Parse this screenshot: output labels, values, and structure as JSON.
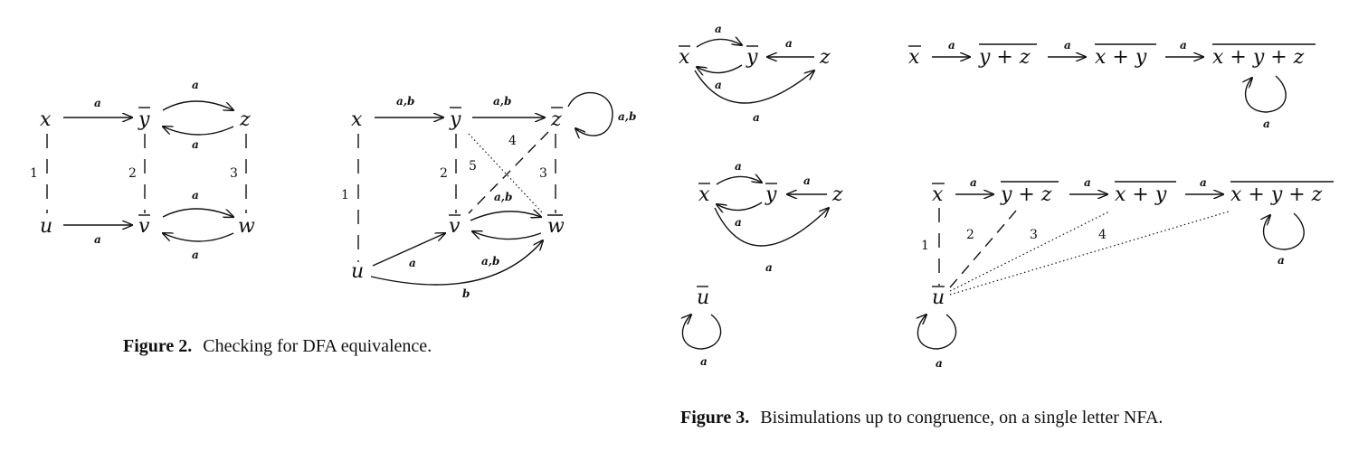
{
  "figure2": {
    "caption_number": "Figure 2.",
    "caption_text": "Checking for DFA equivalence.",
    "left": {
      "nodes": {
        "x": "x",
        "y": "y",
        "z": "z",
        "u": "u",
        "v": "v",
        "w": "w"
      },
      "edge_labels": {
        "xy": "a",
        "yz": "a",
        "zy": "a",
        "uv": "a",
        "vw": "a",
        "wv": "a"
      },
      "pair_numbers": {
        "xu": "1",
        "yv": "2",
        "zw": "3"
      }
    },
    "right": {
      "nodes": {
        "x": "x",
        "y": "y",
        "z": "z",
        "u": "u",
        "v": "v",
        "w": "w"
      },
      "edge_labels": {
        "xy": "a,b",
        "yz": "a,b",
        "zz": "a,b",
        "uv": "a",
        "vw": "a,b",
        "wv": "a,b",
        "uw": "b"
      },
      "pair_numbers": {
        "xu": "1",
        "yv": "2",
        "zw": "3",
        "vz": "4",
        "yw": "5"
      }
    }
  },
  "figure3": {
    "caption_number": "Figure 3.",
    "caption_text": "Bisimulations up to congruence, on a single letter NFA.",
    "top_left": {
      "nodes": {
        "x": "x",
        "y": "y",
        "z": "z"
      },
      "edge_labels": {
        "xy": "a",
        "yx": "a",
        "zy": "a",
        "xz": "a"
      }
    },
    "top_right": {
      "nodes": {
        "x": "x",
        "yz": "y + z",
        "xy": "x + y",
        "xyz": "x + y + z"
      },
      "edge_labels": {
        "e1": "a",
        "e2": "a",
        "e3": "a",
        "loop": "a"
      }
    },
    "bottom_left": {
      "nodes": {
        "x": "x",
        "y": "y",
        "z": "z",
        "u": "u"
      },
      "edge_labels": {
        "xy": "a",
        "yx": "a",
        "zy": "a",
        "xz": "a",
        "uloop": "a"
      }
    },
    "bottom_right": {
      "nodes": {
        "x": "x",
        "yz": "y + z",
        "xy": "x + y",
        "xyz": "x + y + z",
        "u": "u"
      },
      "edge_labels": {
        "e1": "a",
        "e2": "a",
        "e3": "a",
        "loop": "a",
        "uloop": "a"
      },
      "pair_numbers": {
        "n1": "1",
        "n2": "2",
        "n3": "3",
        "n4": "4"
      }
    }
  }
}
